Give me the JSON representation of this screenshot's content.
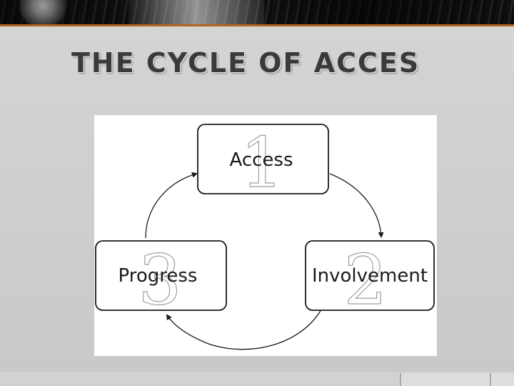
{
  "slide": {
    "title": "THE CYCLE OF ACCES"
  },
  "diagram": {
    "nodes": [
      {
        "label": "Access",
        "number": "1"
      },
      {
        "label": "Involvement",
        "number": "2"
      },
      {
        "label": "Progress",
        "number": "3"
      }
    ]
  },
  "colors": {
    "accent": "#b5651d",
    "title": "#3a3a3a",
    "node_border": "#1a1a1a",
    "number_outline": "#9a9a9a"
  }
}
